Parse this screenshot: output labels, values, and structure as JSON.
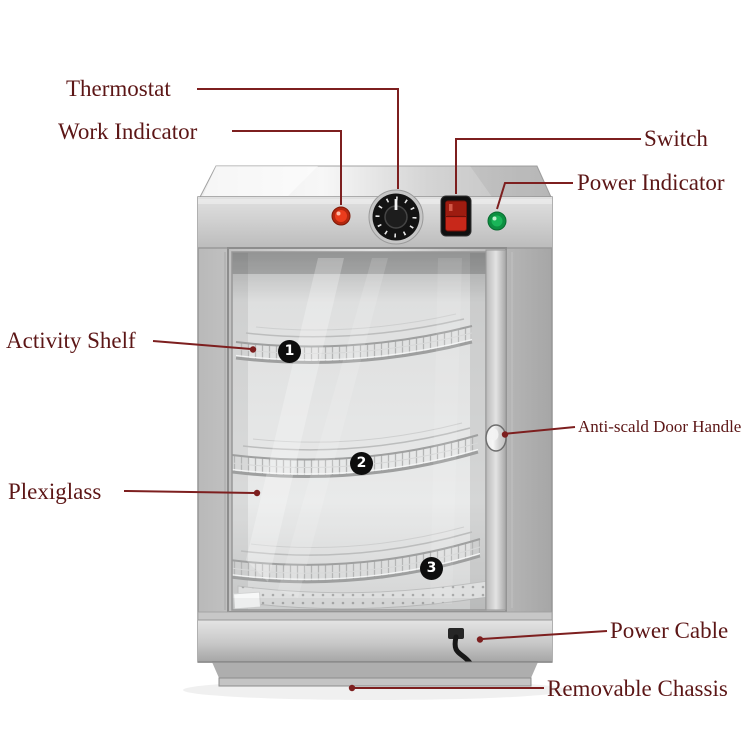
{
  "diagram": {
    "labels": {
      "thermostat": "Thermostat",
      "work_indicator": "Work Indicator",
      "switch": "Switch",
      "power_indicator": "Power Indicator",
      "activity_shelf": "Activity Shelf",
      "anti_scald_door_handle": "Anti-scald Door Handle",
      "plexiglass": "Plexiglass",
      "power_cable": "Power Cable",
      "removable_chassis": "Removable Chassis"
    },
    "shelf_markers": [
      "1",
      "2",
      "3"
    ],
    "colors": {
      "label_text": "#5c1616",
      "connector_line": "#7d1f1f",
      "work_indicator_light": "#ea3c1c",
      "power_indicator_light": "#1ab558",
      "switch_rocker": "#c8281a",
      "marker_background": "#0d0d0d"
    }
  }
}
